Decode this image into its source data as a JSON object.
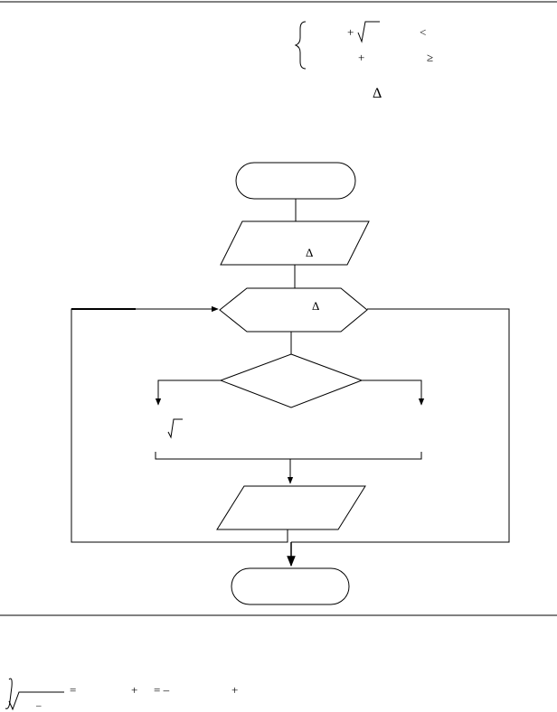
{
  "formula": {
    "row1_op": "+",
    "row1_cmp": "<",
    "row2_op": "+",
    "row2_cmp": "≥"
  },
  "delta_symbol": "Δ",
  "flowchart": {
    "input_delta": "Δ",
    "loop_delta": "Δ"
  },
  "integral": {
    "minus_under_root": "–",
    "eq1": "=",
    "plus1": "+",
    "eq_minus": "= –",
    "plus2": "+"
  },
  "colors": {
    "stroke": "#000000",
    "background": "#ffffff"
  }
}
